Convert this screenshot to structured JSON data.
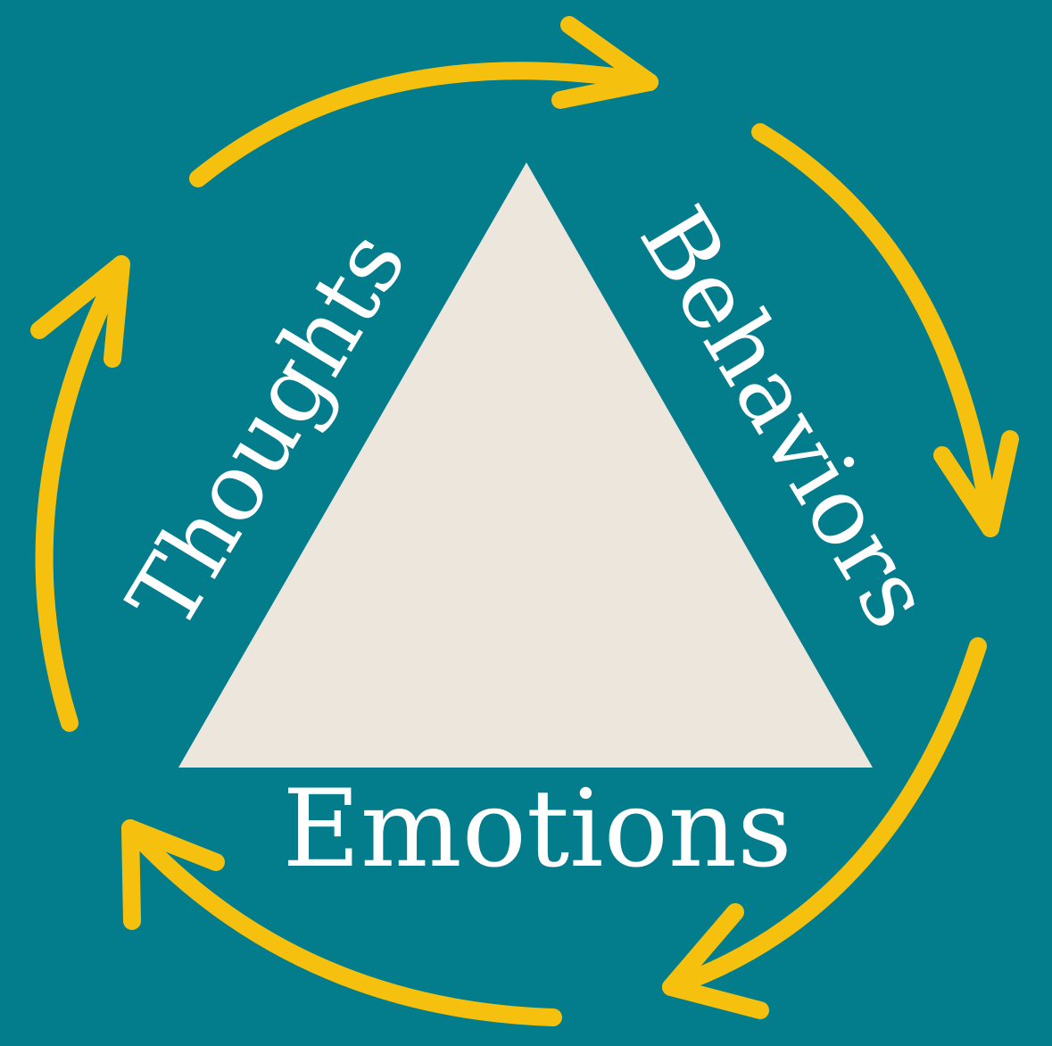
{
  "colors": {
    "background": "#037c8c",
    "triangle": "#ece6dc",
    "arrow": "#f6c10e",
    "text": "#ffffff"
  },
  "labels": {
    "thoughts": "Thoughts",
    "behaviors": "Behaviors",
    "emotions": "Emotions"
  },
  "cycle_direction": "clockwise"
}
